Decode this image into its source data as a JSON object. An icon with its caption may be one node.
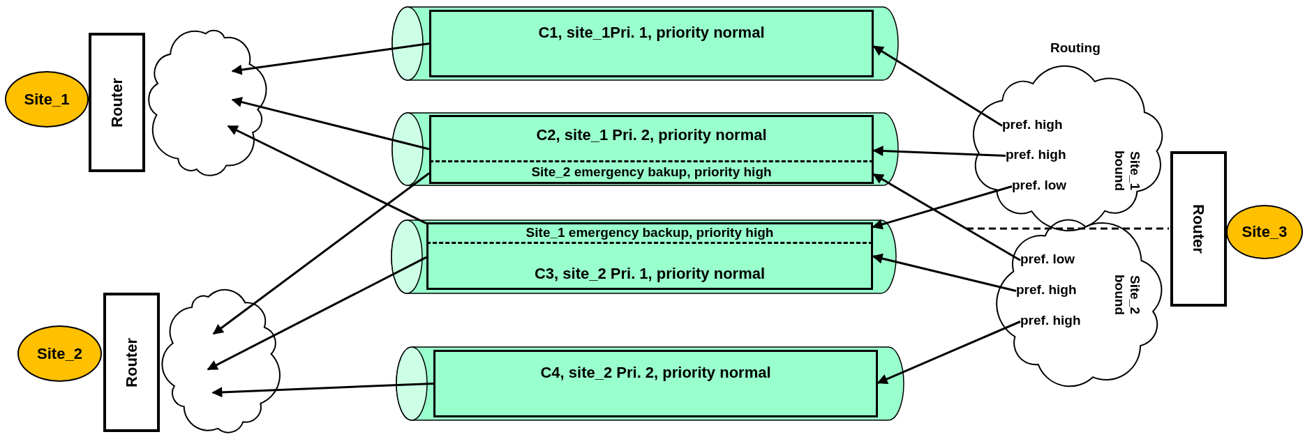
{
  "diagram": {
    "nodes": [
      {
        "text": [
          "Site_1"
        ]
      },
      {
        "text": [
          "Router"
        ]
      },
      {
        "text": [],
        "shape": "cloud"
      },
      {
        "text": [
          "Site_2"
        ]
      },
      {
        "text": [
          "Router"
        ]
      },
      {
        "text": [],
        "shape": "cloud"
      },
      {
        "text": [
          "C1, site_1Pri. 1, priority normal"
        ]
      },
      {
        "text": [
          "C2, site_1 Pri. 2, priority normal"
        ]
      },
      {
        "text": [
          "Site_2 emergency bakup, priority high"
        ]
      },
      {
        "text": [
          "Site_1 emergency backup, priority high"
        ]
      },
      {
        "text": [
          "C3, site_2 Pri. 1, priority normal"
        ]
      },
      {
        "text": [
          "C4, site_2 Pri. 2, priority normal"
        ]
      },
      {
        "text": [
          "Routing",
          "Site_1 bound",
          "Site_2 bound"
        ]
      },
      {
        "text": [
          "pref. high"
        ],
        "in": 12
      },
      {
        "text": [
          "pref. high"
        ],
        "in": 12
      },
      {
        "text": [
          "pref. low"
        ],
        "in": 12
      },
      {
        "text": [
          "pref. low"
        ],
        "in": 12
      },
      {
        "text": [
          "pref. high"
        ],
        "in": 12
      },
      {
        "text": [
          "pref. high"
        ],
        "in": 12
      },
      {
        "text": [
          "Router"
        ]
      },
      {
        "text": [
          "Site_3"
        ]
      }
    ],
    "edges": [
      {
        "from": 6,
        "to": 2,
        "arrow": "to"
      },
      {
        "from": 7,
        "to": 2,
        "arrow": "to"
      },
      {
        "from": 9,
        "to": 2,
        "arrow": "to"
      },
      {
        "from": 8,
        "to": 5,
        "arrow": "to"
      },
      {
        "from": 10,
        "to": 5,
        "arrow": "to"
      },
      {
        "from": 11,
        "to": 5,
        "arrow": "to"
      },
      {
        "from": 13,
        "to": 6,
        "arrow": "to"
      },
      {
        "from": 14,
        "to": 7,
        "arrow": "to"
      },
      {
        "from": 15,
        "to": 9,
        "arrow": "to"
      },
      {
        "from": 16,
        "to": 8,
        "arrow": "to"
      },
      {
        "from": 17,
        "to": 10,
        "arrow": "to"
      },
      {
        "from": 18,
        "to": 11,
        "arrow": "to"
      }
    ]
  }
}
